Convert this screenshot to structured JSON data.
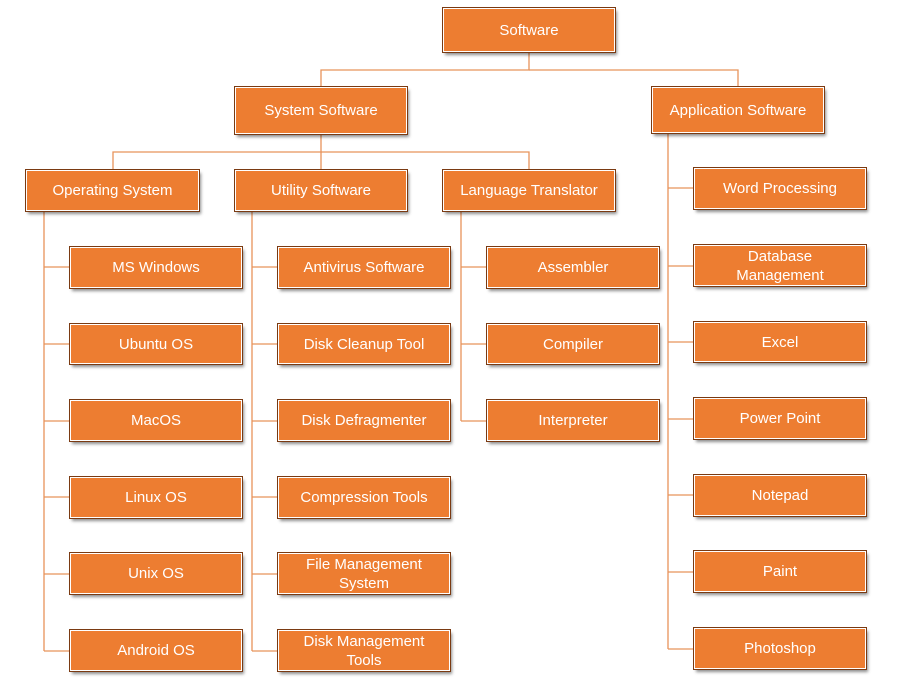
{
  "diagram": {
    "colors": {
      "box_fill": "#ED7D31",
      "box_text": "#FFFFFF",
      "connector": "#E8935A"
    },
    "root": {
      "label": "Software"
    },
    "system_software": {
      "label": "System Software",
      "operating_system": {
        "label": "Operating System",
        "items": [
          "MS Windows",
          "Ubuntu OS",
          "MacOS",
          "Linux OS",
          "Unix OS",
          "Android OS"
        ]
      },
      "utility_software": {
        "label": "Utility Software",
        "items": [
          "Antivirus Software",
          "Disk Cleanup Tool",
          "Disk Defragmenter",
          "Compression Tools",
          "File Management\nSystem",
          "Disk Management\nTools"
        ]
      },
      "language_translator": {
        "label": "Language Translator",
        "items": [
          "Assembler",
          "Compiler",
          "Interpreter"
        ]
      }
    },
    "application_software": {
      "label": "Application Software",
      "items": [
        "Word Processing",
        "Database\nManagement",
        "Excel",
        "Power Point",
        "Notepad",
        "Paint",
        "Photoshop"
      ]
    }
  }
}
